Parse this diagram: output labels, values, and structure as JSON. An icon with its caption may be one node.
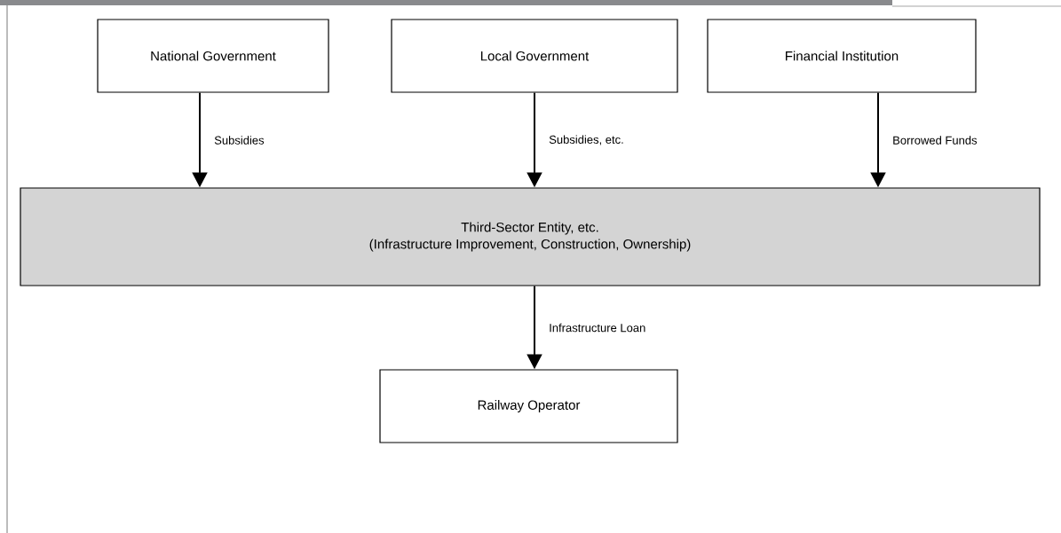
{
  "diagram": {
    "nodes": [
      {
        "text": [
          "National Government"
        ]
      },
      {
        "text": [
          "Local Government"
        ]
      },
      {
        "text": [
          "Financial Institution"
        ]
      },
      {
        "text": [
          "Third-Sector Entity, etc.",
          "(Infrastructure Improvement, Construction, Ownership)"
        ]
      },
      {
        "text": [
          "Railway Operator"
        ]
      }
    ],
    "edges": [
      {
        "from": 0,
        "to": 3,
        "arrow": "to",
        "label": "Subsidies"
      },
      {
        "from": 1,
        "to": 3,
        "arrow": "to",
        "label": "Subsidies, etc."
      },
      {
        "from": 2,
        "to": 3,
        "arrow": "to",
        "label": "Borrowed Funds"
      },
      {
        "from": 3,
        "to": 4,
        "arrow": "to",
        "label": "Infrastructure Loan"
      }
    ]
  }
}
